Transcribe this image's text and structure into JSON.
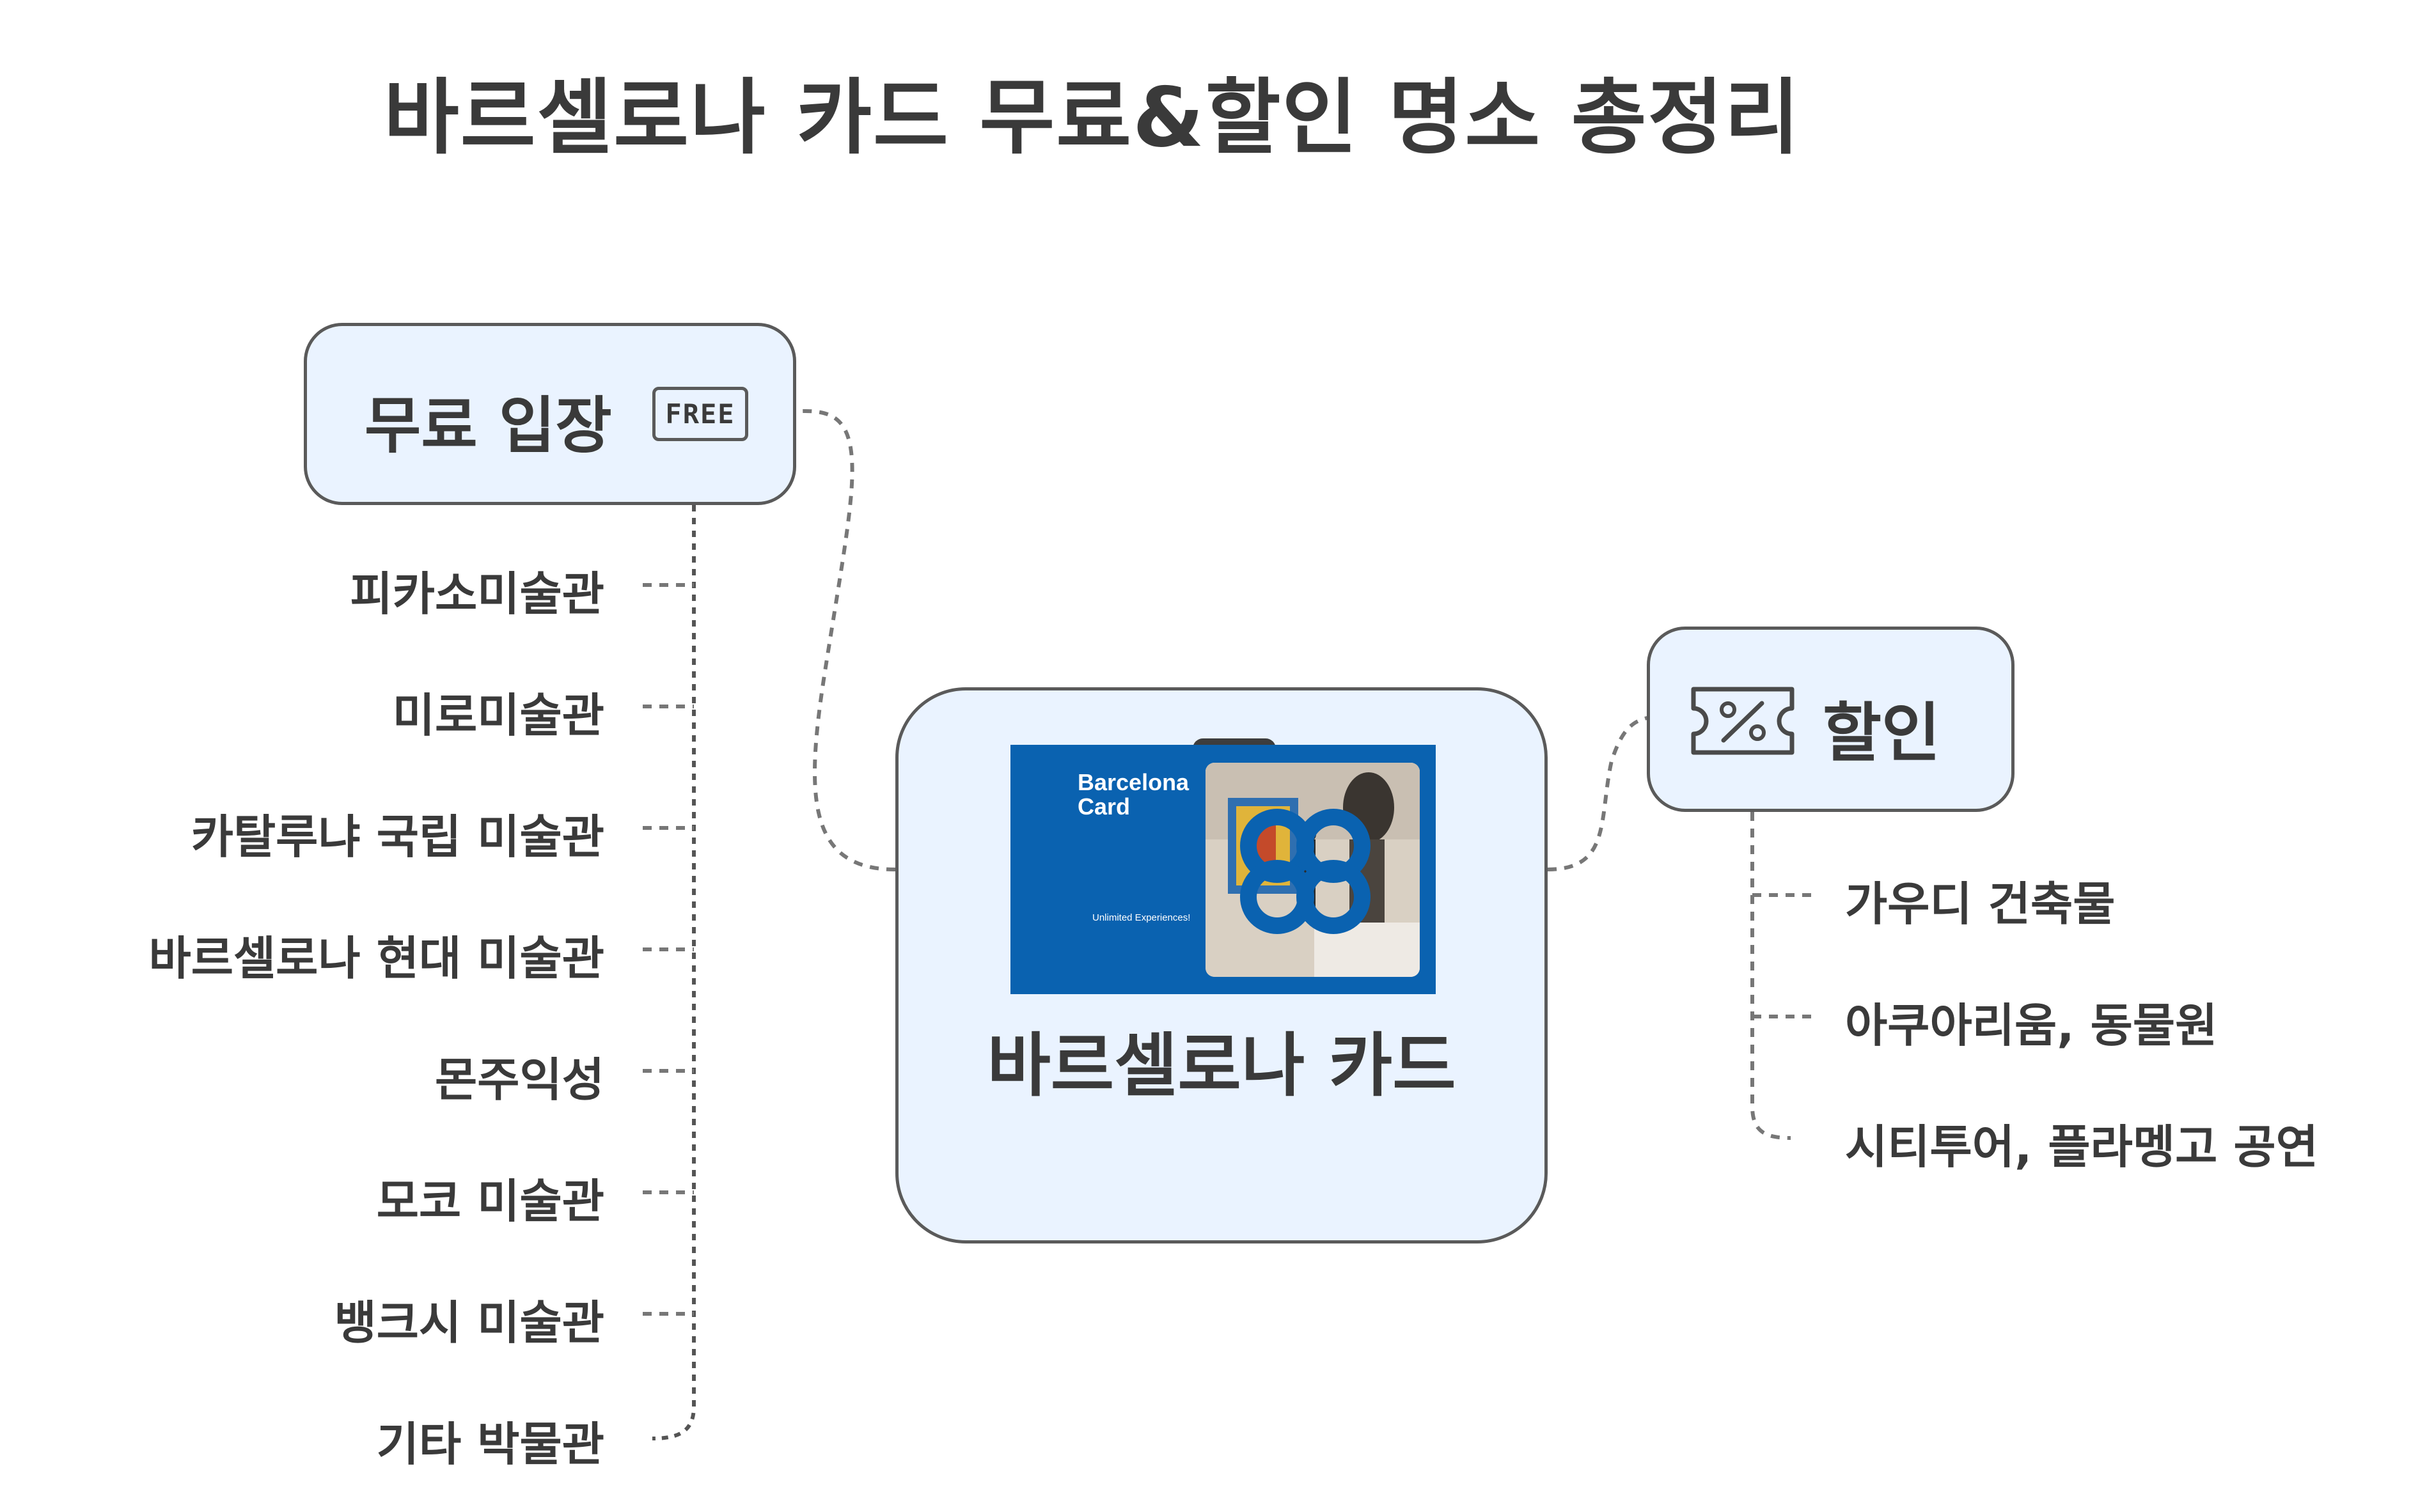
{
  "title": "바르셀로나 카드 무료&할인 명소 총정리",
  "center": {
    "label": "바르셀로나 카드",
    "card": {
      "brand_line1": "Barcelona",
      "brand_line2": "Card",
      "tagline": "Unlimited Experiences!"
    }
  },
  "free_branch": {
    "label": "무료 입장",
    "badge": "FREE",
    "items": [
      "피카소미술관",
      "미로미술관",
      "카탈루냐 국립 미술관",
      "바르셀로나 현대 미술관",
      "몬주익성",
      "모코 미술관",
      "뱅크시 미술관",
      "기타 박물관"
    ]
  },
  "discount_branch": {
    "label": "할인",
    "items": [
      "가우디 건축물",
      "아쿠아리움, 동물원",
      "시티투어, 플라멩고 공연"
    ]
  },
  "colors": {
    "node_fill": "#eaf3ff",
    "node_border": "#5a5a5a",
    "card_blue": "#0a62b0",
    "text": "#3a3a3a"
  },
  "icons": {
    "free": "free-badge-icon",
    "discount": "discount-ticket-icon"
  }
}
